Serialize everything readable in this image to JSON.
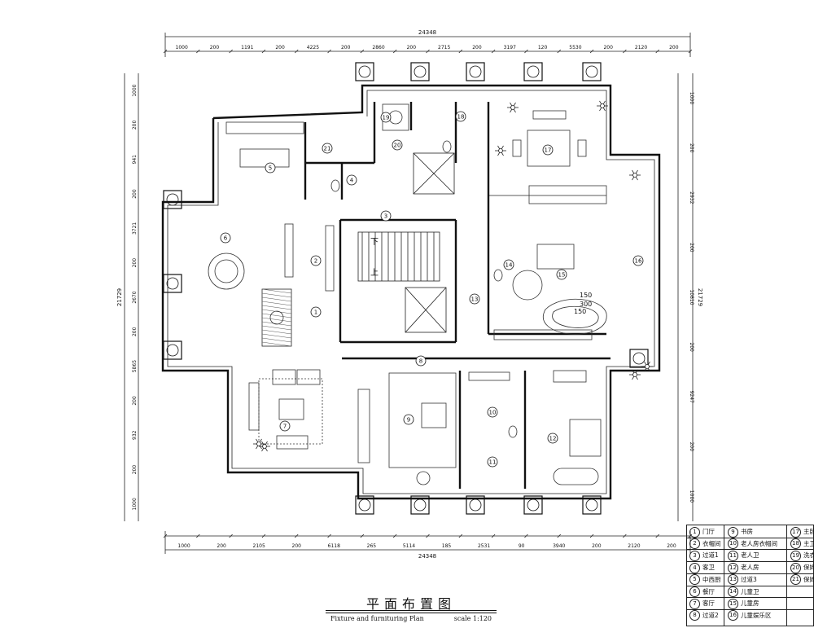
{
  "title": {
    "zh": "平面布置图",
    "en": "Fixture and furnituring Plan",
    "scale": "scale 1:120"
  },
  "dimensions": {
    "total": "24348",
    "top": [
      "1000",
      "200",
      "1191",
      "200",
      "4225",
      "200",
      "2860",
      "200",
      "2715",
      "200",
      "3197",
      "120",
      "5530",
      "200",
      "2120",
      "200"
    ],
    "bottom": [
      "1000",
      "200",
      "2105",
      "200",
      "6118",
      "265",
      "5114",
      "185",
      "2531",
      "90",
      "3940",
      "200",
      "2120",
      "200"
    ],
    "left": [
      "1000",
      "200",
      "941",
      "200",
      "3721",
      "200",
      "2670",
      "200",
      "5865",
      "200",
      "932",
      "200",
      "1000"
    ],
    "right": [
      "1000",
      "200",
      "2932",
      "200",
      "10810",
      "200",
      "9247",
      "200",
      "1000"
    ],
    "height_total": "21729"
  },
  "room_numbers": [
    "1",
    "2",
    "3",
    "4",
    "5",
    "6",
    "7",
    "8",
    "9",
    "10",
    "11",
    "12",
    "13",
    "14",
    "15",
    "16",
    "17",
    "18",
    "19",
    "20",
    "21"
  ],
  "plan_labels": {
    "stair_down": "下",
    "stair_up": "上",
    "curve_a": "150",
    "curve_b": "300",
    "curve_c": "150"
  },
  "legend": [
    {
      "num": "1",
      "name": "门厅"
    },
    {
      "num": "2",
      "name": "衣帽间"
    },
    {
      "num": "3",
      "name": "过道1"
    },
    {
      "num": "4",
      "name": "客卫"
    },
    {
      "num": "5",
      "name": "中西厨"
    },
    {
      "num": "6",
      "name": "餐厅"
    },
    {
      "num": "7",
      "name": "客厅"
    },
    {
      "num": "8",
      "name": "过道2"
    },
    {
      "num": "9",
      "name": "书房"
    },
    {
      "num": "10",
      "name": "老人房衣帽间"
    },
    {
      "num": "11",
      "name": "老人卫"
    },
    {
      "num": "12",
      "name": "老人房"
    },
    {
      "num": "13",
      "name": "过道3"
    },
    {
      "num": "14",
      "name": "儿童卫"
    },
    {
      "num": "15",
      "name": "儿童房"
    },
    {
      "num": "16",
      "name": "儿童娱乐区"
    },
    {
      "num": "17",
      "name": "主卧"
    },
    {
      "num": "18",
      "name": "主卫"
    },
    {
      "num": "19",
      "name": "洗衣间"
    },
    {
      "num": "20",
      "name": "保姆卫"
    },
    {
      "num": "21",
      "name": "保姆间"
    }
  ]
}
